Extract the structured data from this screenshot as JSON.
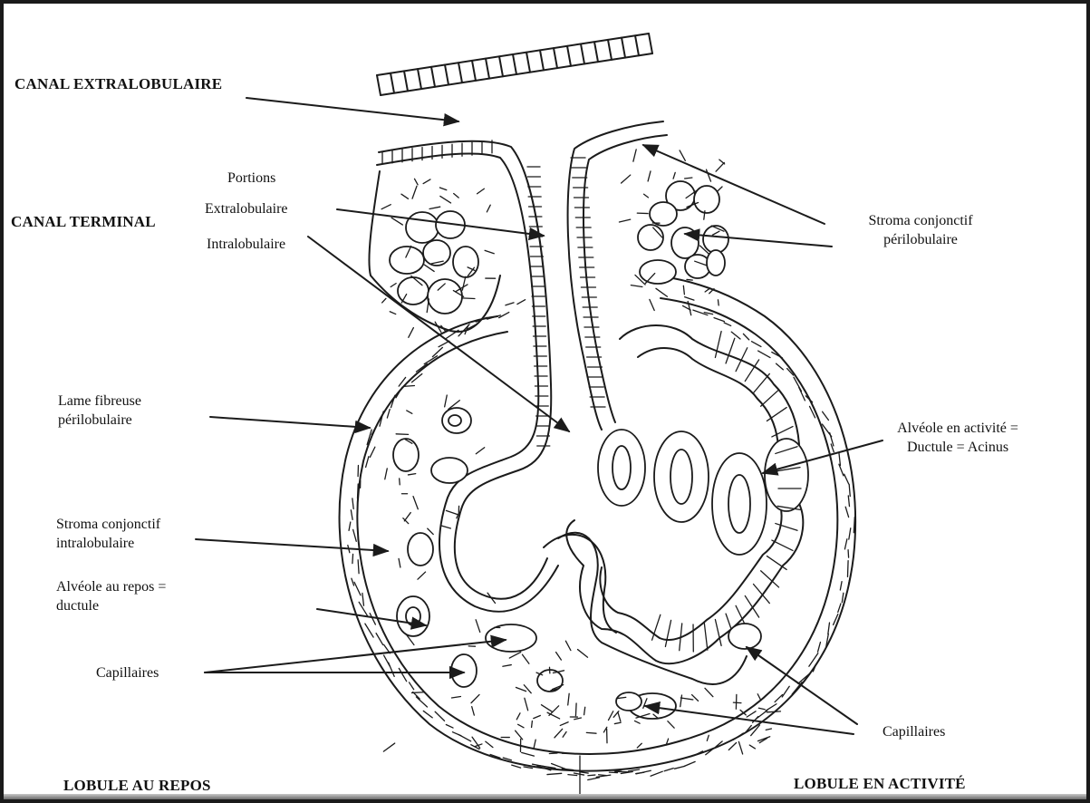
{
  "labels": {
    "canal_extralobulaire": "CANAL EXTRALOBULAIRE",
    "canal_terminal": "CANAL TERMINAL",
    "portions": "Portions",
    "extralobulaire": "Extralobulaire",
    "intralobulaire": "Intralobulaire",
    "stroma_perilobulaire_1": "Stroma conjonctif",
    "stroma_perilobulaire_2": "périlobulaire",
    "lame_fibreuse_1": "Lame fibreuse",
    "lame_fibreuse_2": "périlobulaire",
    "alveole_activite_1": "Alvéole en activité =",
    "alveole_activite_2": "Ductule = Acinus",
    "stroma_intralobulaire_1": "Stroma conjonctif",
    "stroma_intralobulaire_2": "intralobulaire",
    "alveole_repos_1": "Alvéole au repos =",
    "alveole_repos_2": "ductule",
    "capillaires_left": "Capillaires",
    "capillaires_right": "Capillaires",
    "lobule_repos": "LOBULE AU REPOS",
    "lobule_activite": "LOBULE EN ACTIVITÉ"
  },
  "colors": {
    "ink": "#1b1b1b",
    "background": "#ffffff",
    "frame": "#1a1a1a"
  }
}
